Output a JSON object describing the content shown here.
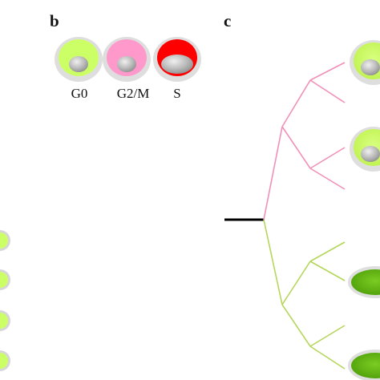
{
  "panels": {
    "b_label": "b",
    "c_label": "c"
  },
  "legend": [
    {
      "label": "G0",
      "color": "#ccff66",
      "nucleus": "#b8b8b8"
    },
    {
      "label": "G2/M",
      "color": "#ff99cc",
      "nucleus": "#b8b8b8"
    },
    {
      "label": "S",
      "color": "#ff0000",
      "nucleus": "#c8c8c8"
    }
  ],
  "colors": {
    "root_line": "#000000",
    "branch_pink": "#f090b8",
    "branch_green": "#b5d65a",
    "cell_light_green": "#ccff66",
    "cell_dark_green": "#66bb11",
    "cell_rim": "#d6d6d6",
    "nucleus": "#b8b8b8"
  }
}
